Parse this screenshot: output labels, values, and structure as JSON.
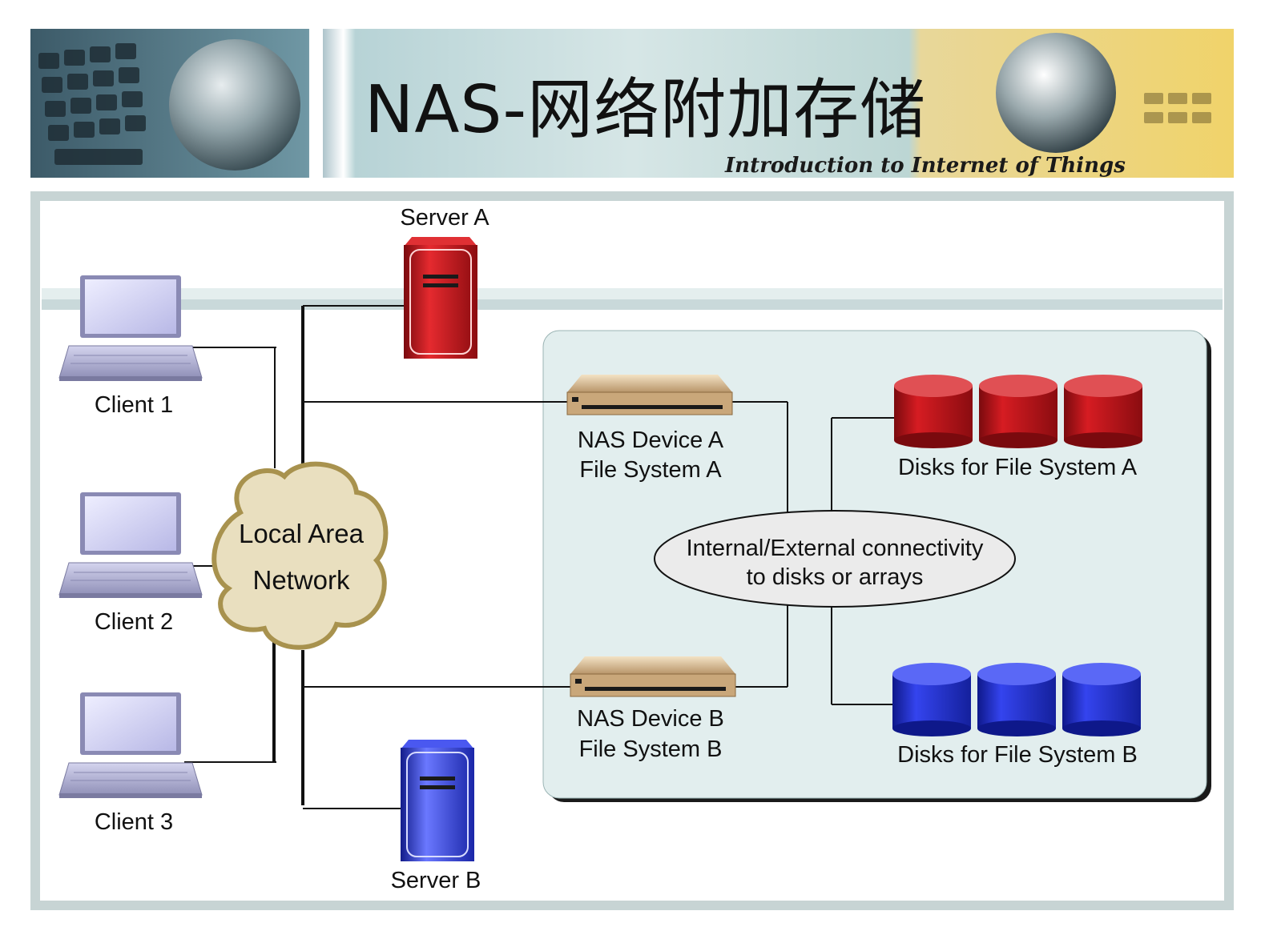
{
  "header": {
    "title": "NAS-网络附加存储",
    "subtitle": "Introduction to Internet of Things"
  },
  "diagram": {
    "server_a": "Server A",
    "server_b": "Server B",
    "clients": [
      "Client 1",
      "Client 2",
      "Client 3"
    ],
    "lan": [
      "Local Area",
      "Network"
    ],
    "nas_a": [
      "NAS Device A",
      "File System A"
    ],
    "nas_b": [
      "NAS Device B",
      "File System B"
    ],
    "connectivity": [
      "Internal/External connectivity",
      "to disks or arrays"
    ],
    "disks_a": "Disks for File System A",
    "disks_b": "Disks for File System B"
  },
  "colors": {
    "server_a": "#c8161b",
    "server_b": "#2f3fe0",
    "disk_a": "#c01418",
    "disk_b": "#1f2fd6",
    "cloud": "#e9dfbf",
    "cloud_stroke": "#a8924e",
    "nas_panel": "#e2eeee",
    "nas_device": "#d9b98c"
  },
  "icons": {
    "laptop": "laptop-icon",
    "server": "server-tower-icon",
    "nas": "nas-device-icon",
    "disk": "disk-cylinder-icon",
    "cloud": "cloud-icon"
  }
}
